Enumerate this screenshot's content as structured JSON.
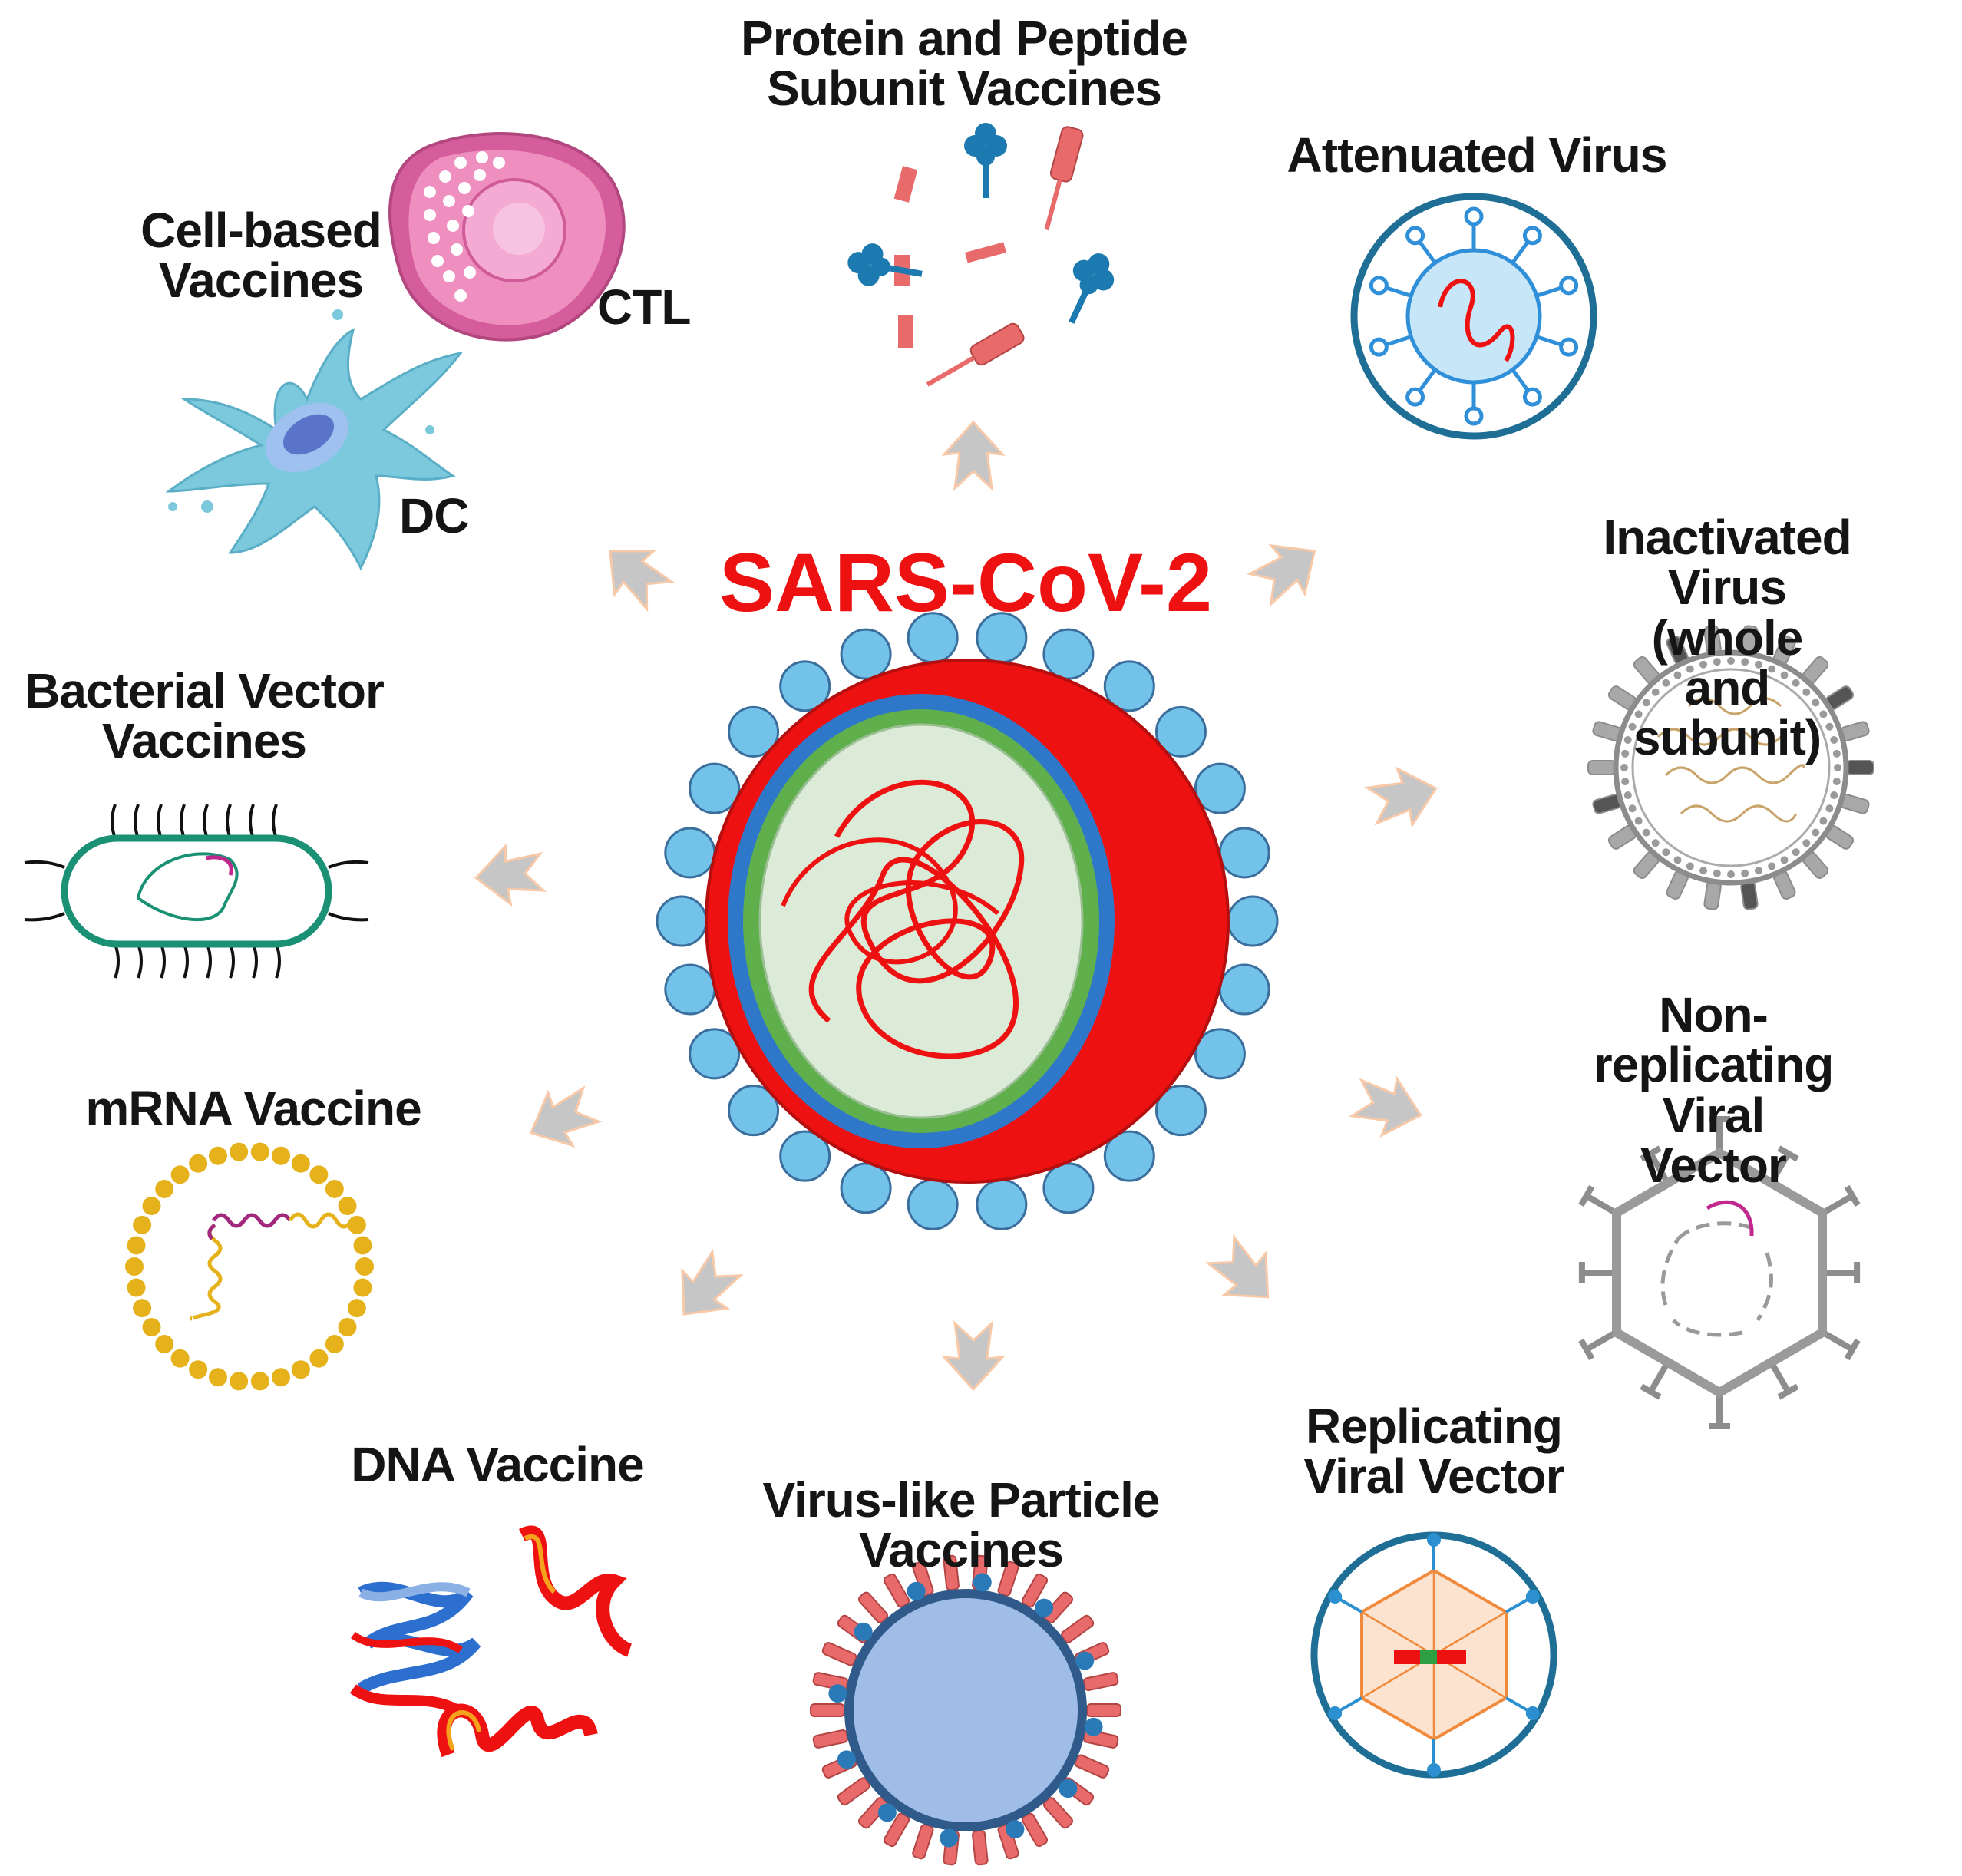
{
  "title": "SARS-CoV-2",
  "labels": {
    "protein": [
      "Protein and Peptide",
      "Subunit Vaccines"
    ],
    "attenuated": [
      "Attenuated Virus"
    ],
    "cell_based": [
      "Cell-based",
      "Vaccines"
    ],
    "ctl": "CTL",
    "dc": "DC",
    "inactivated": [
      "Inactivated Virus",
      "(whole and subunit)"
    ],
    "bacterial": [
      "Bacterial Vector",
      "Vaccines"
    ],
    "nonrep": [
      "Non-replicating",
      "Viral Vector"
    ],
    "mrna": [
      "mRNA Vaccine"
    ],
    "dna": [
      "DNA Vaccine"
    ],
    "vlp": [
      "Virus-like Particle",
      "Vaccines"
    ],
    "rep": [
      "Replicating",
      "Viral Vector"
    ]
  },
  "colors": {
    "title": "#ee1111",
    "virus_red": "#ee1111",
    "spike_blue": "#72c2ea",
    "arrow_gray": "#c4c4c4",
    "arrow_outline": "#f7c9a8",
    "cell_pink": "#e070a8",
    "dc_cyan": "#7cc8dd",
    "bacteria_green": "#1a9074",
    "mrna_gold": "#e6b21c",
    "vlp_blue": "#9fbde6",
    "vector_navy": "#1e6e96"
  }
}
